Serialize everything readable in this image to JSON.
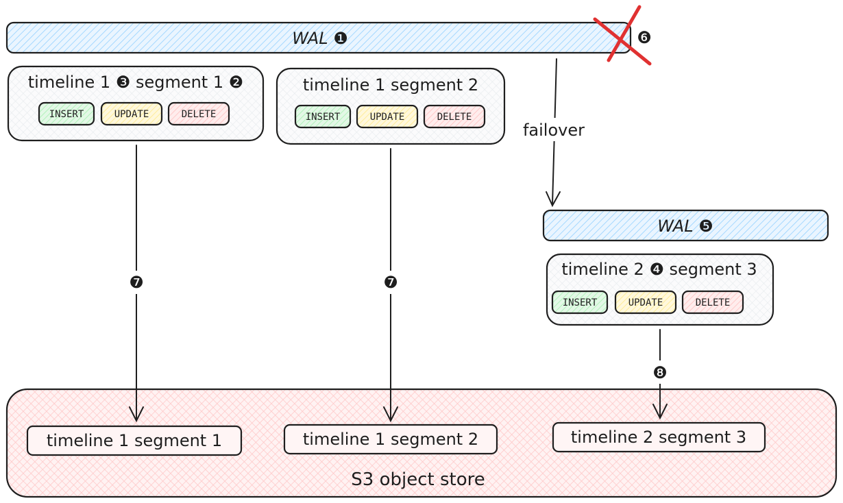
{
  "wal_primary": {
    "label": "WAL ❶"
  },
  "wal_failover": {
    "label": "WAL ❺"
  },
  "crash_marker": {
    "label": "❻"
  },
  "failover_label": "failover",
  "segments": [
    {
      "title": "timeline 1 ❸ segment 1 ❷",
      "ops": [
        "INSERT",
        "UPDATE",
        "DELETE"
      ]
    },
    {
      "title": "timeline 1 segment 2",
      "ops": [
        "INSERT",
        "UPDATE",
        "DELETE"
      ]
    },
    {
      "title": "timeline 2 ❹ segment 3",
      "ops": [
        "INSERT",
        "UPDATE",
        "DELETE"
      ]
    }
  ],
  "upload_markers": [
    "❼",
    "❼",
    "❽"
  ],
  "object_store": {
    "label": "S3 object store",
    "objects": [
      "timeline 1 segment 1",
      "timeline 1 segment 2",
      "timeline 2 segment 3"
    ]
  },
  "colors": {
    "wal_fill": "#a5d8ff",
    "store_fill": "#ffc9c9",
    "segment_fill": "#e9ecef",
    "insert_fill": "#b2f2bb",
    "update_fill": "#ffec99",
    "delete_fill": "#ffc9c9",
    "cross": "#e03131"
  }
}
